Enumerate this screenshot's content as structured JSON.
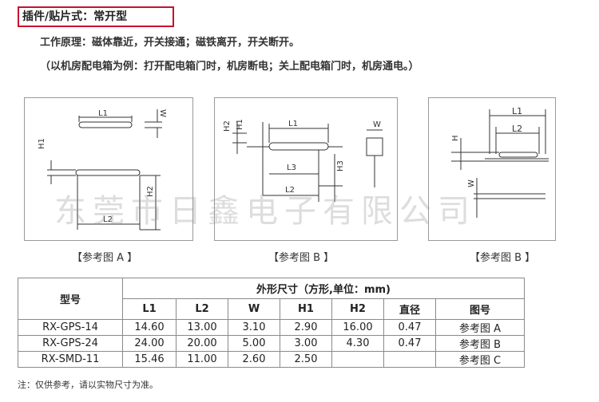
{
  "header": {
    "title": "插件/贴片式：常开型",
    "principle": "工作原理：磁体靠近，开关接通；磁铁离开，开关断开。",
    "example": "（以机房配电箱为例：打开配电箱门时，机房断电；关上配电箱门时，机房通电。）"
  },
  "figures": {
    "fig_a": {
      "caption": "【参考图 A 】",
      "labels": {
        "l1": "L1",
        "w": "W",
        "h1": "H1",
        "h2": "H2",
        "l2": "L2"
      }
    },
    "fig_b": {
      "caption": "【参考图 B 】",
      "labels": {
        "h2": "H2",
        "h1": "H1",
        "l1": "L1",
        "w": "W",
        "l3": "L3",
        "h3": "H3",
        "l2": "L2"
      }
    },
    "fig_c": {
      "caption": "【参考图 B 】",
      "labels": {
        "l1": "L1",
        "l2": "L2",
        "h": "H",
        "w": "W"
      }
    }
  },
  "watermark": "东莞市日鑫电子有限公司",
  "table": {
    "model_header": "型号",
    "group_header": "外形尺寸（方形,单位：mm)",
    "columns": [
      "L1",
      "L2",
      "W",
      "H1",
      "H2",
      "直径",
      "图号"
    ],
    "rows": [
      {
        "model": "RX-GPS-14",
        "cells": [
          "14.60",
          "13.00",
          "3.10",
          "2.90",
          "16.00",
          "0.47",
          "参考图 A"
        ]
      },
      {
        "model": "RX-GPS-24",
        "cells": [
          "24.00",
          "20.00",
          "5.00",
          "3.00",
          "4.30",
          "0.47",
          "参考图 B"
        ]
      },
      {
        "model": "RX-SMD-11",
        "cells": [
          "15.46",
          "11.00",
          "2.60",
          "2.50",
          "",
          "",
          "参考图 C"
        ]
      }
    ]
  },
  "note": "注：仅供参考，请以实物尺寸为准。"
}
